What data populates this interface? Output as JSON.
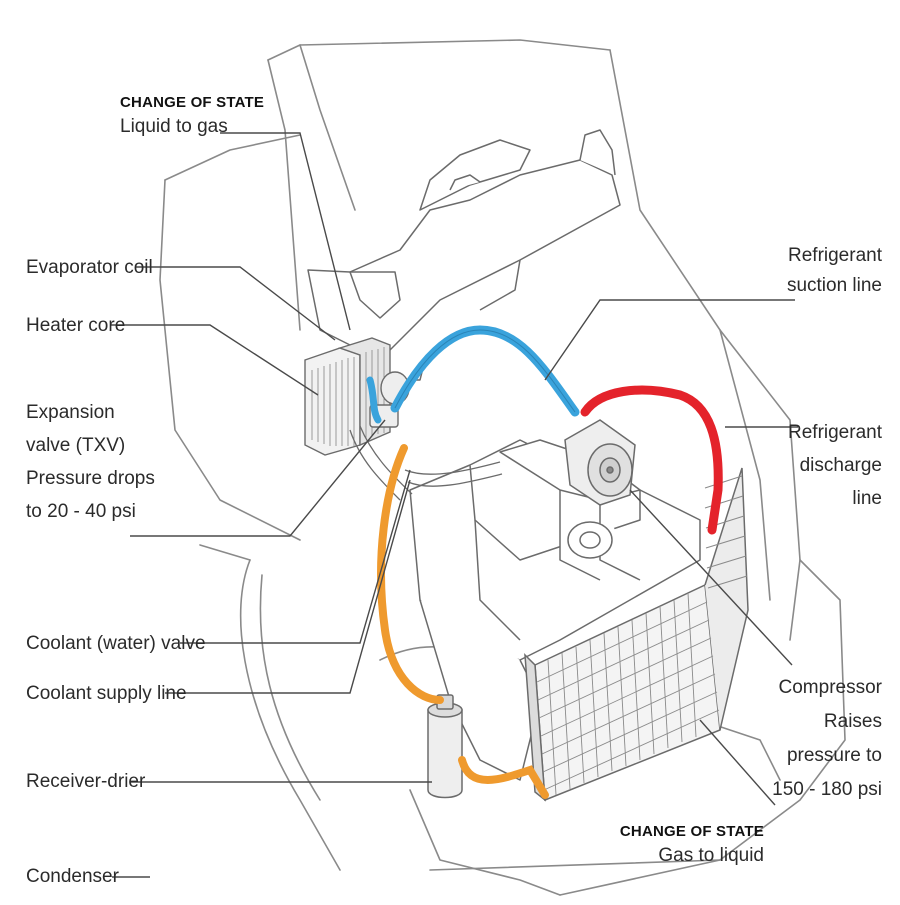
{
  "labels": {
    "change_state_top": {
      "title": "CHANGE OF STATE",
      "text": "Liquid to gas"
    },
    "evaporator_coil": "Evaporator coil",
    "heater_core": "Heater core",
    "expansion_valve": [
      "Expansion",
      "valve (TXV)",
      "Pressure drops",
      "to 20 - 40 psi"
    ],
    "coolant_valve": "Coolant (water) valve",
    "coolant_supply_line": "Coolant supply line",
    "receiver_drier": "Receiver-drier",
    "condenser": "Condenser",
    "suction_line": [
      "Refrigerant",
      "suction line"
    ],
    "discharge_line": [
      "Refrigerant",
      "discharge",
      "line"
    ],
    "compressor": [
      "Compressor",
      "Raises",
      "pressure to",
      "150 - 180 psi"
    ],
    "change_state_bottom": {
      "title": "CHANGE OF STATE",
      "text": "Gas to liquid"
    }
  },
  "colors": {
    "suction_line": "#3aa3dc",
    "discharge_line": "#e4232b",
    "liquid_line": "#ef9a2e",
    "outline": "#6b6b6b",
    "leader": "#4a4a4a"
  }
}
